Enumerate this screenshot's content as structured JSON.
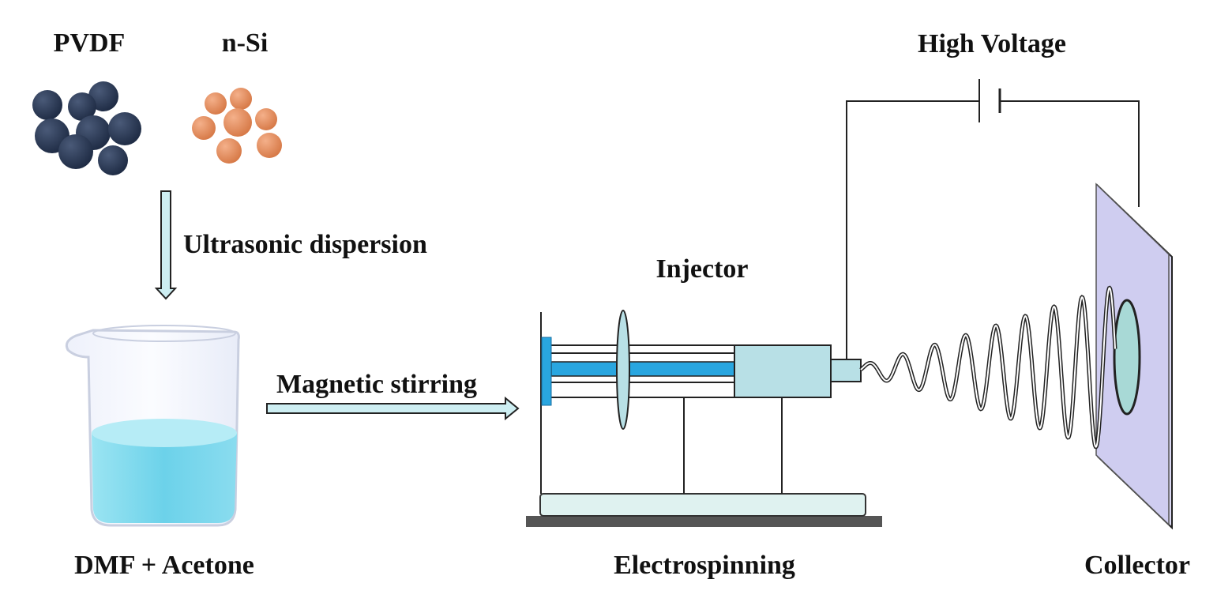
{
  "labels": {
    "pvdf": "PVDF",
    "nsi": "n-Si",
    "ultrasonic": "Ultrasonic dispersion",
    "magnetic": "Magnetic stirring",
    "solvent": "DMF + Acetone",
    "injector": "Injector",
    "electrospinning": "Electrospinning",
    "high_voltage": "High Voltage",
    "collector": "Collector"
  },
  "colors": {
    "pvdf_particle": "#2b3a55",
    "nsi_particle": "#e08a5c",
    "liquid": "#7fd6ea",
    "syringe_body": "#b8e0e6",
    "plunger": "#29a6e0",
    "collector_plate": "#cfcdf0",
    "arrow_fill": "#cdeef2",
    "base": "#dff2f0"
  }
}
